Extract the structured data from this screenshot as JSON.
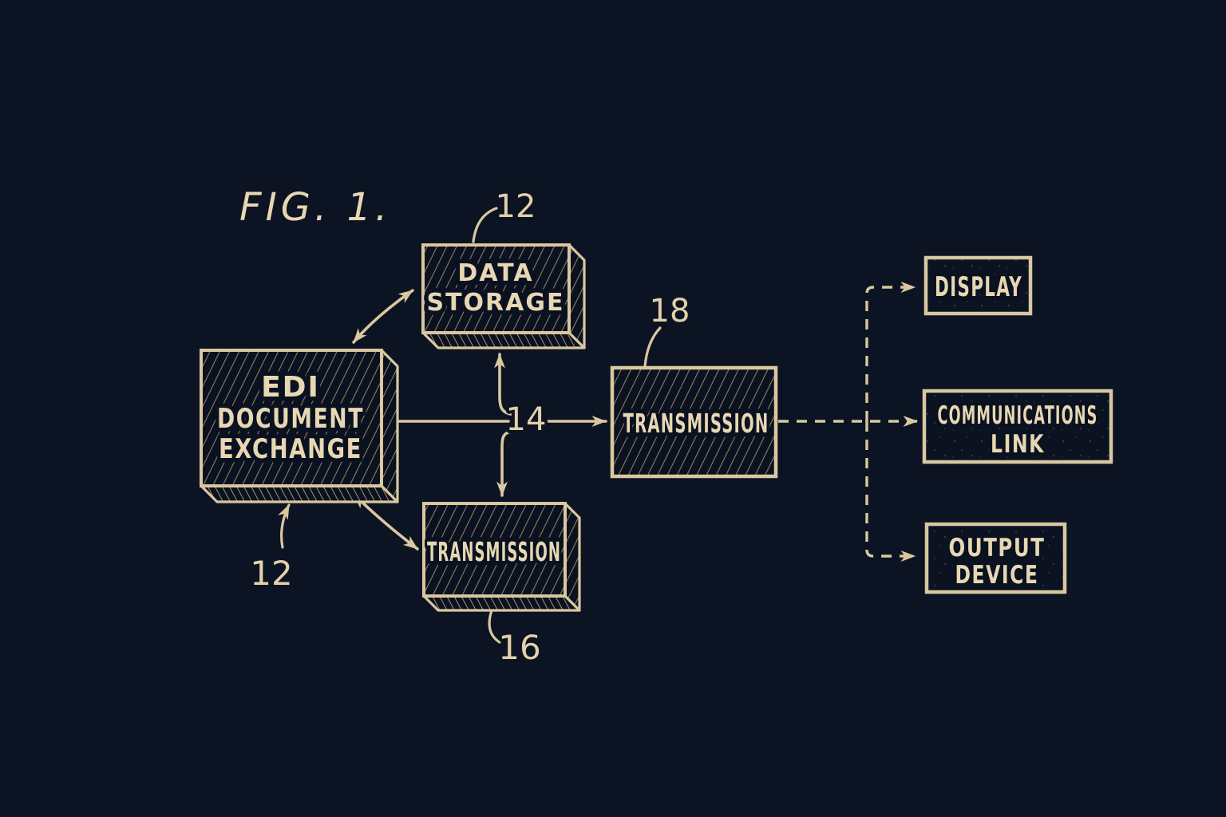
{
  "figure_label": "FIG. 1.",
  "nodes": {
    "data_storage": {
      "line1": "DATA",
      "line2": "STORAGE",
      "ref": "12"
    },
    "edi": {
      "line1": "EDI",
      "line2": "DOCUMENT",
      "line3": "EXCHANGE",
      "ref": "12"
    },
    "transmission_local": {
      "line1": "TRANSMISSION",
      "ref": "16"
    },
    "transmission_out": {
      "line1": "TRANSMISSION",
      "ref": "18"
    },
    "display": {
      "line1": "DISPLAY"
    },
    "communications_link": {
      "line1": "COMMUNICATIONS",
      "line2": "LINK"
    },
    "output_device": {
      "line1": "OUTPUT",
      "line2": "DEVICE"
    }
  },
  "bus_label": "14",
  "edges": [
    {
      "from": "edi",
      "to": "data_storage",
      "style": "solid",
      "arrows": "both"
    },
    {
      "from": "edi",
      "to": "transmission_local",
      "style": "solid",
      "arrows": "both"
    },
    {
      "from": "edi",
      "to": "transmission_out",
      "style": "solid",
      "arrows": "end",
      "via": "14"
    },
    {
      "from": "bus_14",
      "to": "data_storage",
      "style": "solid",
      "arrows": "end"
    },
    {
      "from": "bus_14",
      "to": "transmission_local",
      "style": "solid",
      "arrows": "end"
    },
    {
      "from": "transmission_out",
      "to": "display",
      "style": "dashed",
      "arrows": "end"
    },
    {
      "from": "transmission_out",
      "to": "communications_link",
      "style": "dashed",
      "arrows": "end"
    },
    {
      "from": "transmission_out",
      "to": "output_device",
      "style": "dashed",
      "arrows": "end"
    }
  ],
  "colors": {
    "background": "#0c1423",
    "ink": "#d9c7a0",
    "text": "#e7d7b2",
    "hatch": "#8e7e5e",
    "box_fill": "#0a1120"
  }
}
